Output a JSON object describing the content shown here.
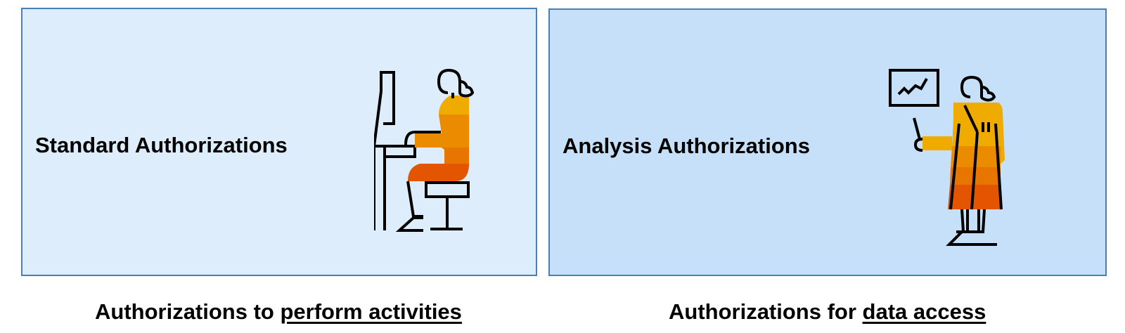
{
  "panels": {
    "standard": {
      "title": "Standard Authorizations",
      "illustration_icon": "person-at-computer-icon"
    },
    "analysis": {
      "title": "Analysis Authorizations",
      "illustration_icon": "person-presenting-chart-icon"
    }
  },
  "captions": {
    "left": {
      "prefix": "Authorizations to ",
      "emphasis": "perform activities"
    },
    "right": {
      "prefix": "Authorizations for ",
      "emphasis": "data access"
    }
  },
  "colors": {
    "left_panel_fill": "#ddedfb",
    "right_panel_fill": "#c5e0f8",
    "panel_border": "#4a7ebb",
    "figure_orange_light": "#f0ab00",
    "figure_orange_mid": "#eb8c00",
    "figure_orange_dark": "#e35500"
  }
}
